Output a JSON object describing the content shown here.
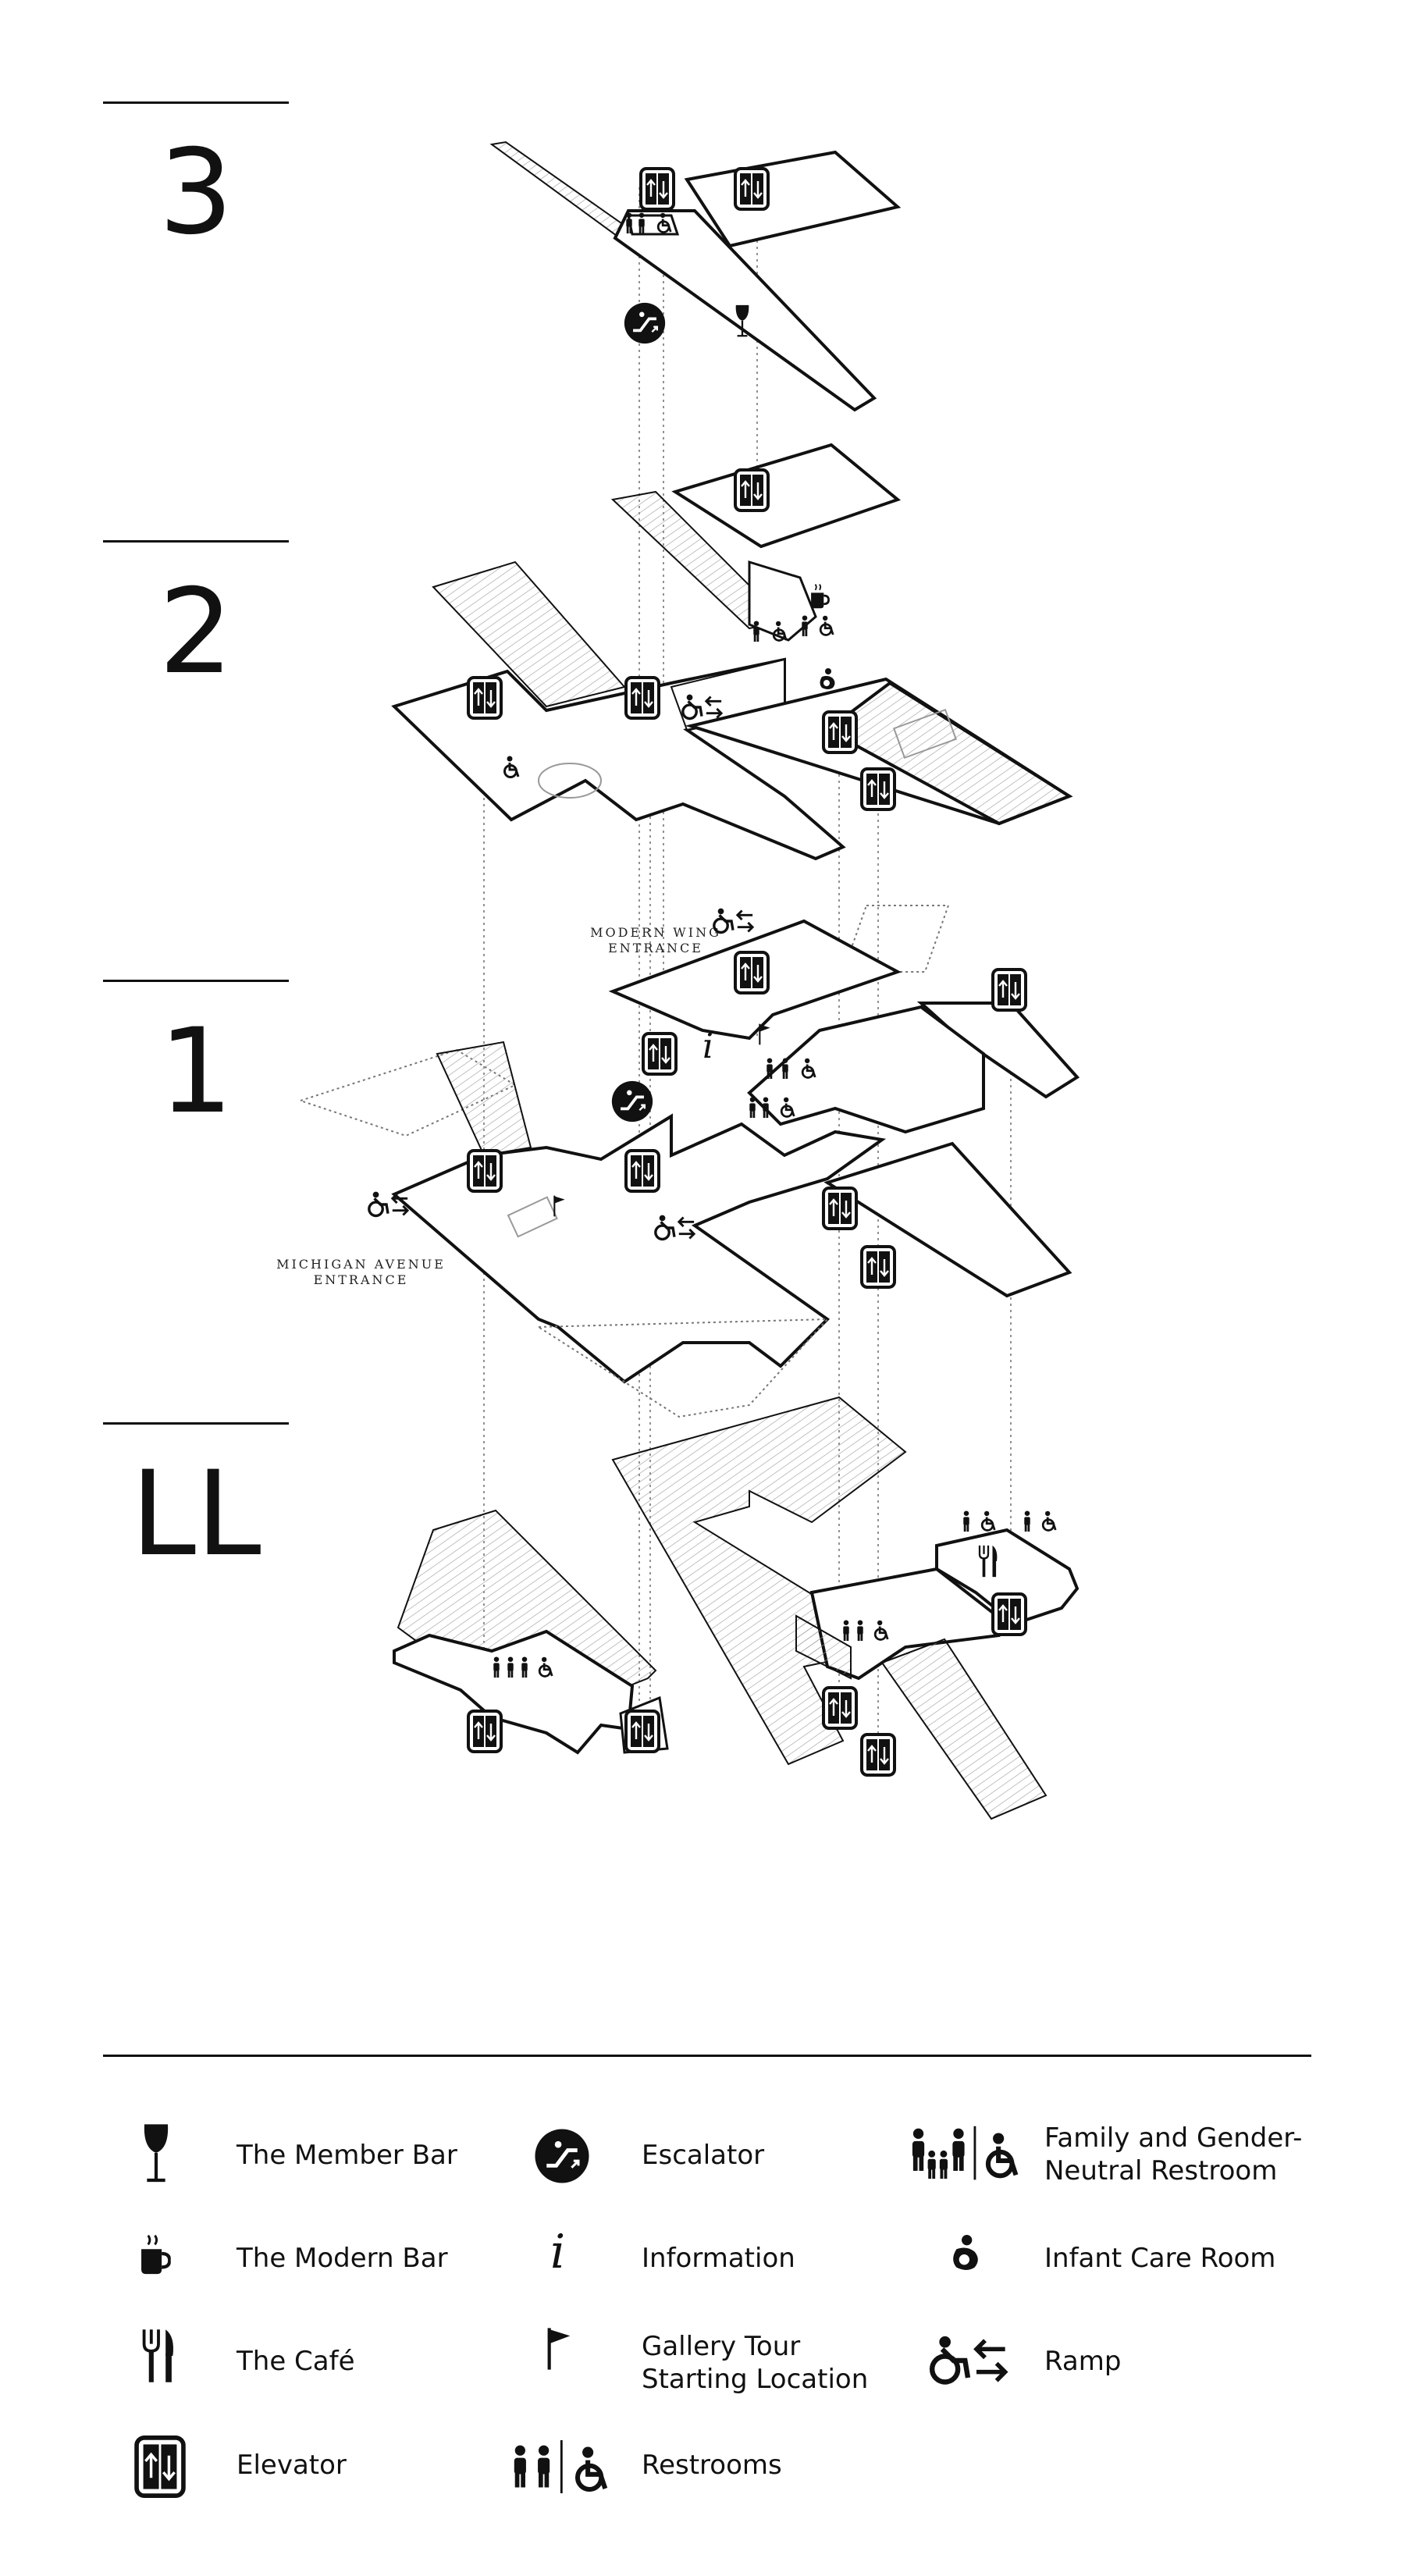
{
  "floors": [
    {
      "label": "3"
    },
    {
      "label": "2"
    },
    {
      "label": "1"
    },
    {
      "label": "LL"
    }
  ],
  "entrances": {
    "modern_wing": "MODERN WING\nENTRANCE",
    "michigan_avenue": "MICHIGAN AVENUE\nENTRANCE"
  },
  "legend": {
    "member_bar": "The Member Bar",
    "modern_bar": "The Modern Bar",
    "cafe": "The Café",
    "elevator": "Elevator",
    "escalator": "Escalator",
    "information": "Information",
    "gallery_tour": "Gallery Tour\nStarting Location",
    "restrooms": "Restrooms",
    "family_restroom": "Family and Gender-\nNeutral Restroom",
    "infant_care": "Infant Care Room",
    "ramp": "Ramp"
  },
  "colors": {
    "ink": "#111111",
    "hatch": "#9a9a9a",
    "paper": "#ffffff"
  }
}
